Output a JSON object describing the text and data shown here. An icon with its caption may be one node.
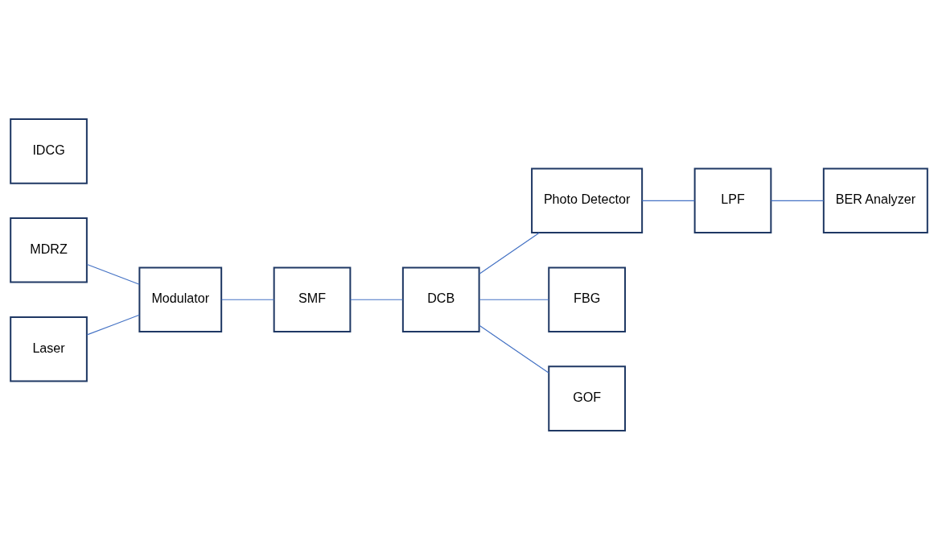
{
  "diagram": {
    "nodes": [
      {
        "text": [
          "MDRZ"
        ]
      },
      {
        "text": [
          "Modulator"
        ]
      },
      {
        "text": [
          "SMF"
        ]
      },
      {
        "text": [
          "DCB"
        ]
      },
      {
        "text": [
          "Photo Detector"
        ]
      },
      {
        "text": [
          "Laser"
        ]
      },
      {
        "text": [
          "LPF"
        ]
      },
      {
        "text": [
          "FBG"
        ]
      },
      {
        "text": [
          "GOF"
        ]
      },
      {
        "text": [
          "IDCG"
        ]
      },
      {
        "text": [
          "BER Analyzer"
        ]
      }
    ],
    "edges": [
      {
        "from": 0,
        "to": 1,
        "arrow": "none"
      },
      {
        "from": 5,
        "to": 1,
        "arrow": "none"
      },
      {
        "from": 1,
        "to": 2,
        "arrow": "none"
      },
      {
        "from": 2,
        "to": 3,
        "arrow": "none"
      },
      {
        "from": 3,
        "to": 4,
        "arrow": "none"
      },
      {
        "from": 3,
        "to": 7,
        "arrow": "none"
      },
      {
        "from": 3,
        "to": 8,
        "arrow": "none"
      },
      {
        "from": 4,
        "to": 6,
        "arrow": "none"
      },
      {
        "from": 6,
        "to": 10,
        "arrow": "none"
      }
    ]
  }
}
